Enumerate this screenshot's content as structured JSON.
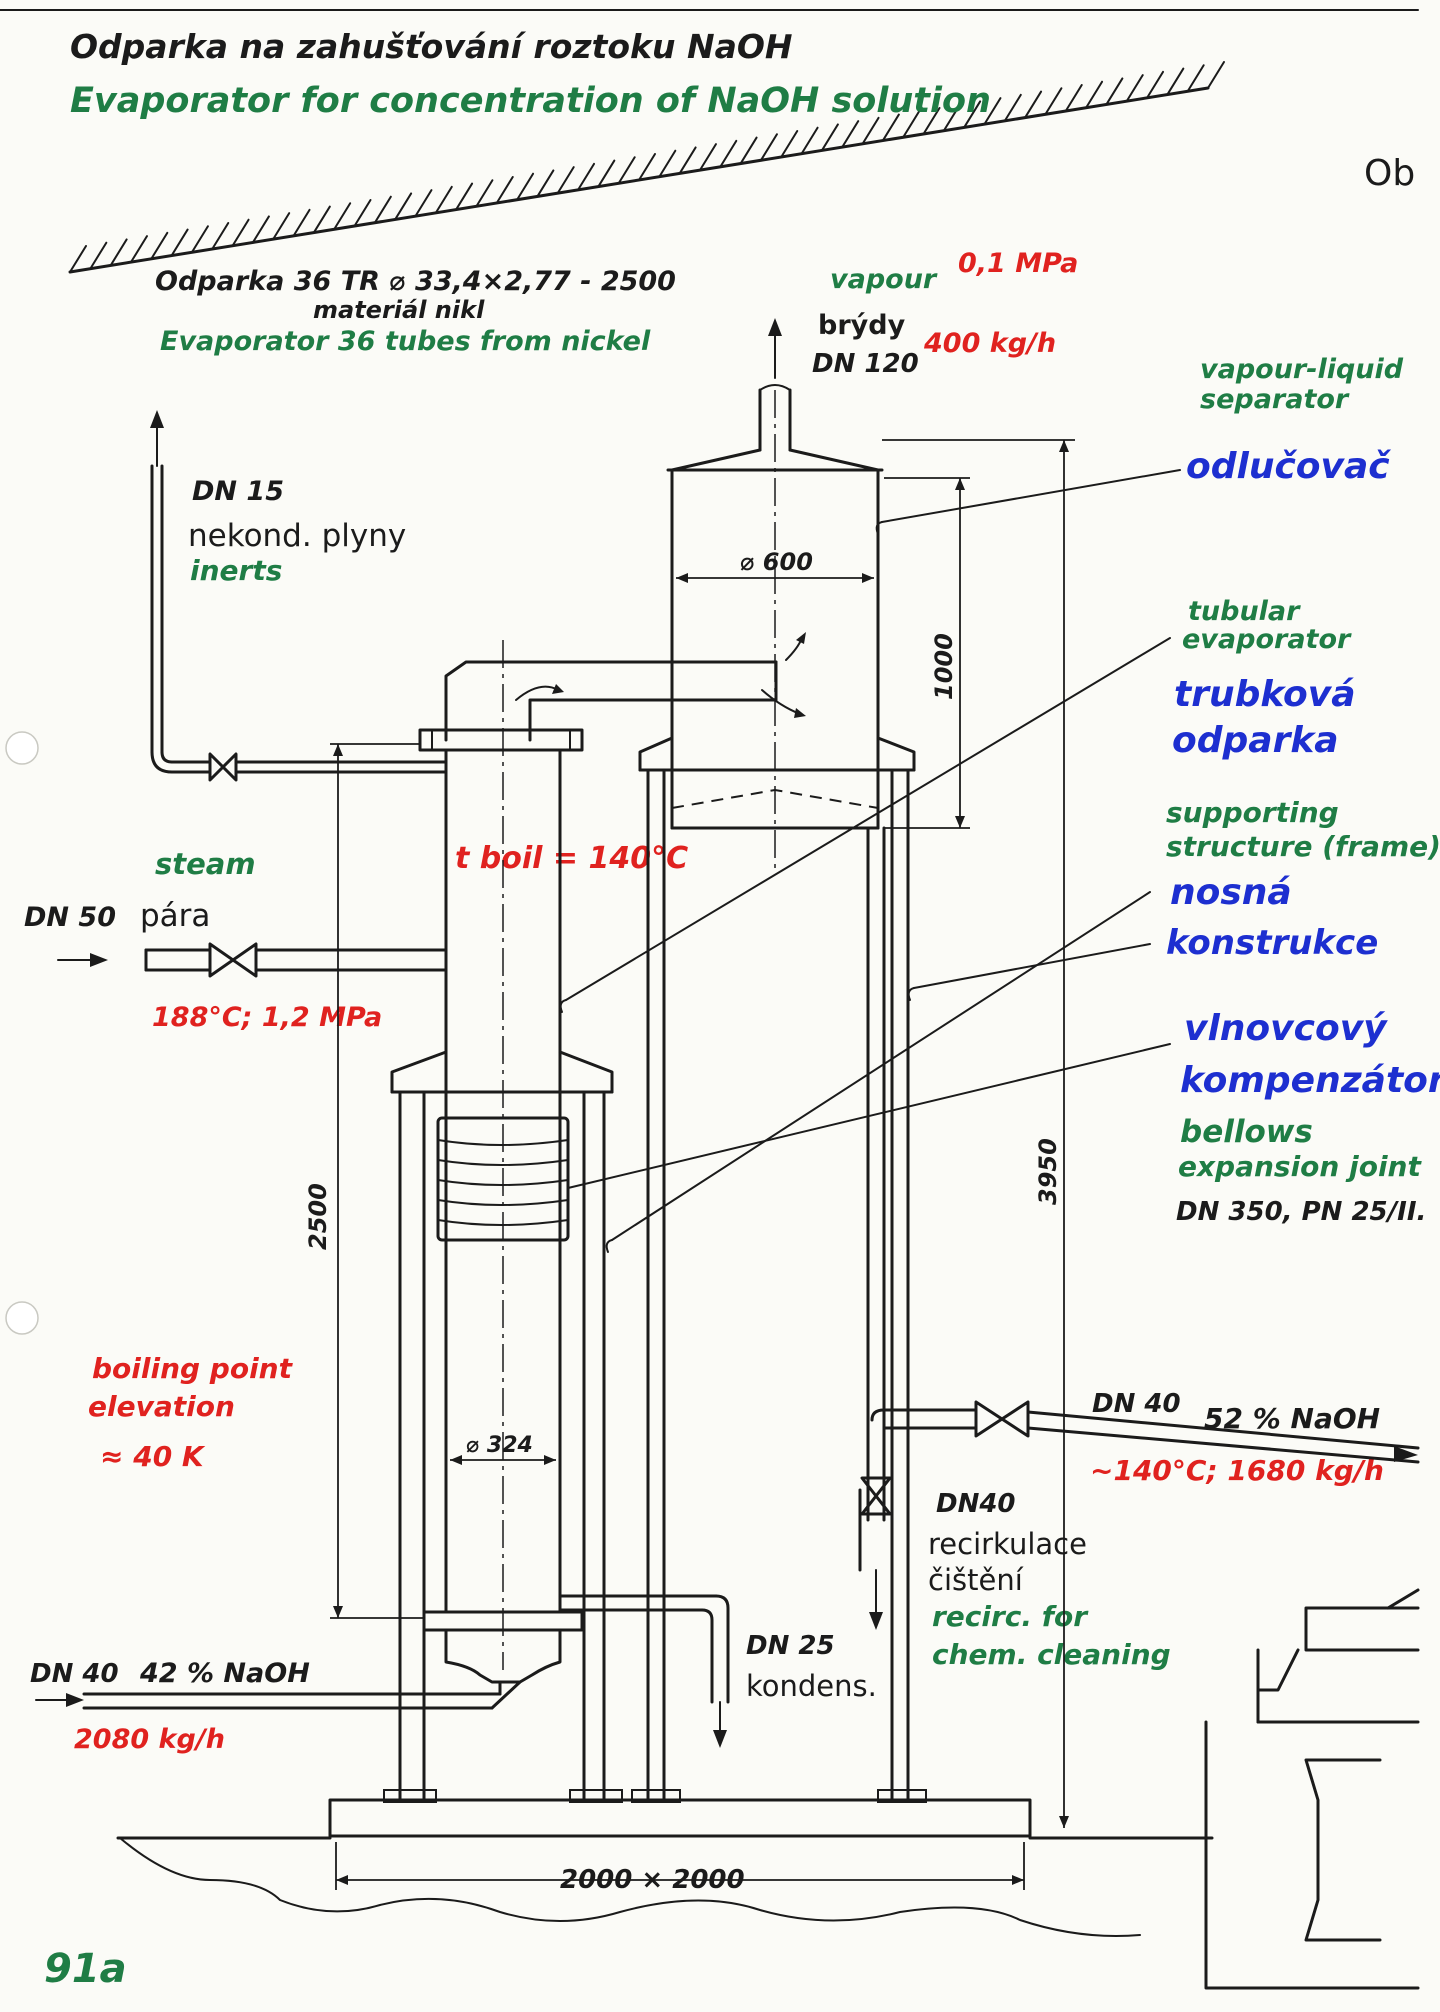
{
  "title_cz": "Odparka na zahušťování roztoku NaOH",
  "title_en": "Evaporator for concentration of NaOH solution",
  "sheet_code": "Ob",
  "page_number": "91a",
  "equipment": {
    "spec_cz": "Odparka 36 TR ⌀ 33,4×2,77 - 2500",
    "material_cz": "materiál nikl",
    "spec_en": "Evaporator 36 tubes from nickel"
  },
  "vapour": {
    "label_en": "vapour",
    "pressure": "0,1 MPa",
    "label_cz": "brýdy",
    "dn": "DN 120",
    "flow": "400 kg/h"
  },
  "inerts": {
    "dn": "DN 15",
    "label_cz": "nekond. plyny",
    "label_en": "inerts"
  },
  "steam": {
    "label_en": "steam",
    "dn": "DN 50",
    "label_cz": "pára",
    "conditions": "188°C; 1,2 MPa"
  },
  "boiling_temp": "t boil = 140°C",
  "bpe": {
    "line1": "boiling point",
    "line2": "elevation",
    "value": "≈ 40 K"
  },
  "feed": {
    "dn": "DN 40",
    "label": "42 % NaOH",
    "flow": "2080 kg/h"
  },
  "product": {
    "dn": "DN 40",
    "label": "52 % NaOH",
    "conditions": "~140°C; 1680 kg/h"
  },
  "condensate": {
    "dn": "DN 25",
    "label_cz": "kondens."
  },
  "recirc": {
    "dn": "DN40",
    "line1_cz": "recirkulace",
    "line2_cz": "čištění",
    "line1_en": "recirc. for",
    "line2_en": "chem. cleaning"
  },
  "dimensions": {
    "separator_diameter": "⌀ 600",
    "tube_diameter": "⌀ 324",
    "separator_height": "1000",
    "evaporator_height": "2500",
    "total_height": "3950",
    "base": "2000 × 2000"
  },
  "callouts": {
    "separator_en_1": "vapour-liquid",
    "separator_en_2": "separator",
    "separator_cz": "odlučovač",
    "evaporator_en_1": "tubular",
    "evaporator_en_2": "evaporator",
    "evaporator_cz_1": "trubková",
    "evaporator_cz_2": "odparka",
    "support_en_1": "supporting",
    "support_en_2": "structure (frame)",
    "support_cz_1": "nosná",
    "support_cz_2": "konstrukce",
    "bellows_cz_1": "vlnovcový",
    "bellows_cz_2": "kompenzátor",
    "bellows_en_1": "bellows",
    "bellows_en_2": "expansion joint",
    "bellows_spec": "DN 350, PN 25/II."
  }
}
